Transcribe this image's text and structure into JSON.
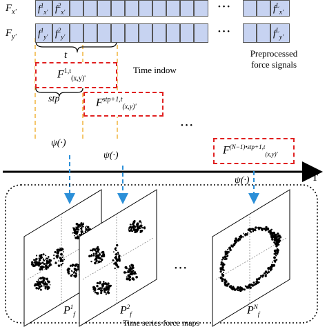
{
  "signals": {
    "row_x": {
      "label": "F",
      "label_sub": "x'",
      "first_cells": [
        "f",
        "f"
      ],
      "first_sups": [
        "1",
        "2"
      ],
      "first_subs": [
        "x'",
        "x'"
      ],
      "last_cell": "f",
      "last_sup": "L",
      "last_sub": "x'"
    },
    "row_y": {
      "label": "F",
      "label_sub": "y'",
      "first_cells": [
        "f",
        "f"
      ],
      "first_sups": [
        "1",
        "2"
      ],
      "first_subs": [
        "y'",
        "y'"
      ],
      "last_cell": "f",
      "last_sup": "L",
      "last_sub": "y'"
    },
    "ellipsis": "• • •"
  },
  "annotations": {
    "t_brace_label": "t",
    "stp_brace_label": "stp",
    "time_window_label": "Time indow",
    "preprocessed_label_line1": "Preprocessed",
    "preprocessed_label_line2": "force signals",
    "between_windows_ellipsis": "• • •",
    "between_maps_ellipsis": "• • •"
  },
  "windows": [
    {
      "main": "F",
      "sup": "1,t",
      "sub": "(x,y)'"
    },
    {
      "main": "F",
      "sup": "stp+1,t",
      "sub": "(x,y)'"
    },
    {
      "main": "F",
      "sup": "(N−1)•stp+1,t",
      "sub": "(x,y)'"
    }
  ],
  "psi_label": "ψ(·)",
  "timeline_axis_label": "T",
  "maps": [
    {
      "main": "P",
      "sub": "f",
      "sup": "1"
    },
    {
      "main": "P",
      "sub": "f",
      "sup": "2"
    },
    {
      "main": "P",
      "sub": "f",
      "sup": "N"
    }
  ],
  "maps_panel_caption": "Time series force maps",
  "colors": {
    "cell_fill": "#c7d3f1",
    "window_border": "#e02020",
    "arrow_blue": "#2b8fd8",
    "guide_orange": "#f0b43c"
  }
}
